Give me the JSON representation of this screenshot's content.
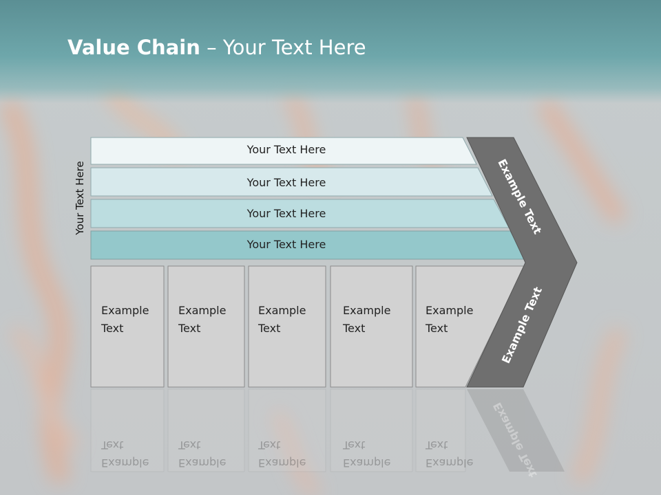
{
  "slide": {
    "title_bold": "Value Chain",
    "title_rest": " – Your Text Here",
    "side_label": "Your Text Here"
  },
  "bars": [
    {
      "label": "Your Text Here",
      "fill": "#eef5f6"
    },
    {
      "label": "Your Text Here",
      "fill": "#d7e9ec"
    },
    {
      "label": "Your Text Here",
      "fill": "#bcdde0"
    },
    {
      "label": "Your Text Here",
      "fill": "#94c8cb"
    }
  ],
  "columns": [
    {
      "line1": "Example",
      "line2": "Text"
    },
    {
      "line1": "Example",
      "line2": "Text"
    },
    {
      "line1": "Example",
      "line2": "Text"
    },
    {
      "line1": "Example",
      "line2": "Text"
    },
    {
      "line1": "Example",
      "line2": "Text"
    }
  ],
  "arrow": {
    "upper_label": "Example Text",
    "lower_label": "Example Text",
    "fill": "#6f6f6f"
  },
  "colors": {
    "header": "#6ea7ab",
    "column_fill": "#d2d2d2",
    "column_stroke": "#8a8a8a"
  }
}
